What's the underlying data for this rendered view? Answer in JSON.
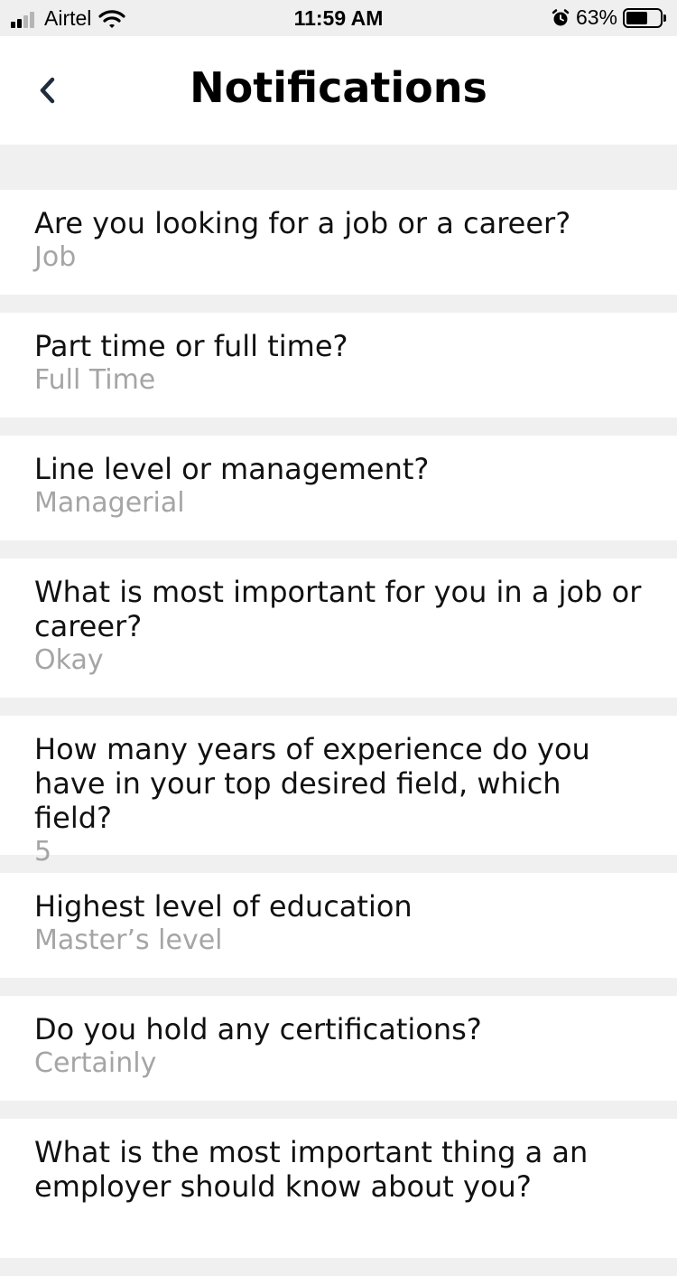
{
  "status_bar": {
    "carrier": "Airtel",
    "time": "11:59 AM",
    "battery_percent": "63%",
    "battery_level": 0.63,
    "icons": [
      "signal-icon",
      "wifi-icon",
      "alarm-icon",
      "battery-icon"
    ]
  },
  "nav": {
    "back_icon": "chevron-left-icon",
    "title": "Notifications"
  },
  "items": [
    {
      "question": "Are you looking for a job or a career?",
      "answer": "Job"
    },
    {
      "question": "Part time or full time?",
      "answer": "Full Time"
    },
    {
      "question": "Line level or management?",
      "answer": "Managerial"
    },
    {
      "question": "What is most important for you in a job or career?",
      "answer": "Okay"
    },
    {
      "question": "How many years of experience do you have in your top desired field, which field?",
      "answer": "5"
    },
    {
      "question": "Highest level of education",
      "answer": "Master’s level"
    },
    {
      "question": " Do you hold any certifications?",
      "answer": "Certainly"
    },
    {
      "question": "What is the most important thing a an employer should know about you?",
      "answer": ""
    }
  ],
  "colors": {
    "background": "#f0f0f0",
    "card": "#ffffff",
    "question_text": "#111111",
    "answer_text": "#a5a5a5",
    "back_chevron": "#1f2d3d"
  }
}
